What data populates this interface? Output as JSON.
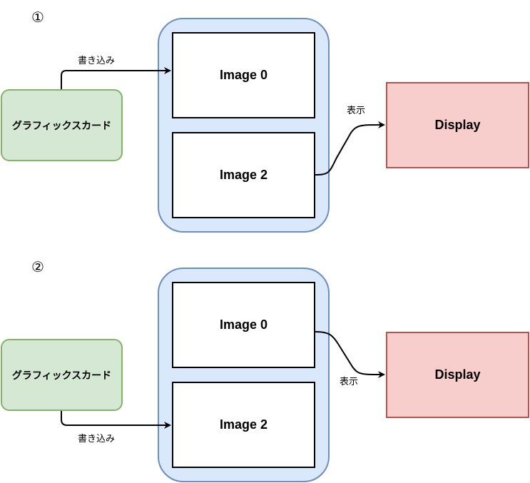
{
  "diagrams": [
    {
      "step": "①",
      "gpu_label": "グラフィックスカード",
      "images": [
        "Image 0",
        "Image 2"
      ],
      "display_label": "Display",
      "write_label": "書き込み",
      "show_label": "表示"
    },
    {
      "step": "②",
      "gpu_label": "グラフィックスカード",
      "images": [
        "Image 0",
        "Image 2"
      ],
      "display_label": "Display",
      "write_label": "書き込み",
      "show_label": "表示"
    }
  ],
  "colors": {
    "gpu_fill": "#d5e8d4",
    "gpu_stroke": "#82b366",
    "buffer_fill": "#dae8fc",
    "buffer_stroke": "#6c8ebf",
    "display_fill": "#f8cecc",
    "display_stroke": "#b85450"
  }
}
